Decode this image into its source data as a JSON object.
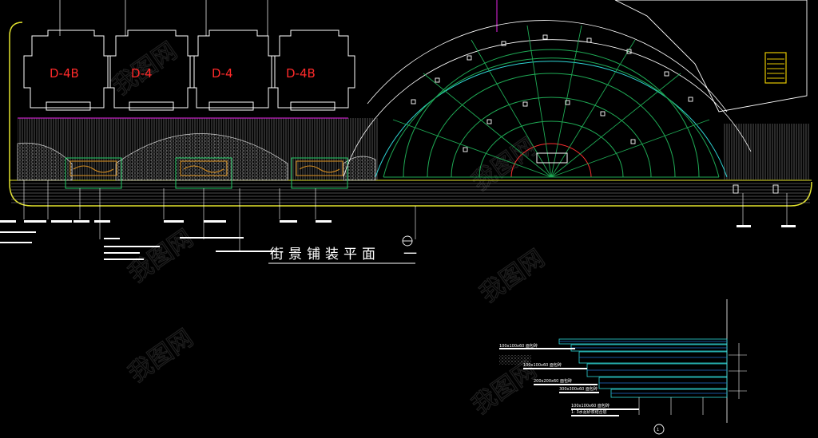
{
  "drawing": {
    "title": "街景铺装平面",
    "title_suffix": "一",
    "section_marker": "1",
    "blocks": [
      "D-4B",
      "D-4",
      "D-4",
      "D-4B"
    ],
    "watermark": "我图网",
    "detail_labels": [
      "100x100x60 面包砖",
      "100x100x60 面包砖",
      "200x200x60 面包砖",
      "300x300x60 面包砖",
      "100x100x60 面包砖",
      "1: 3水泥砂浆结合层"
    ]
  },
  "colors": {
    "block_outline": "#ffffff",
    "block_label": "#ff2a2a",
    "plaza_green": "#1faa55",
    "plaza_cyan": "#2fd6d6",
    "boundary_yellow": "#e6e62e",
    "stair_fill": "#e6c800",
    "hatch_gray": "#9a9a9a",
    "magenta": "#c020c0"
  }
}
